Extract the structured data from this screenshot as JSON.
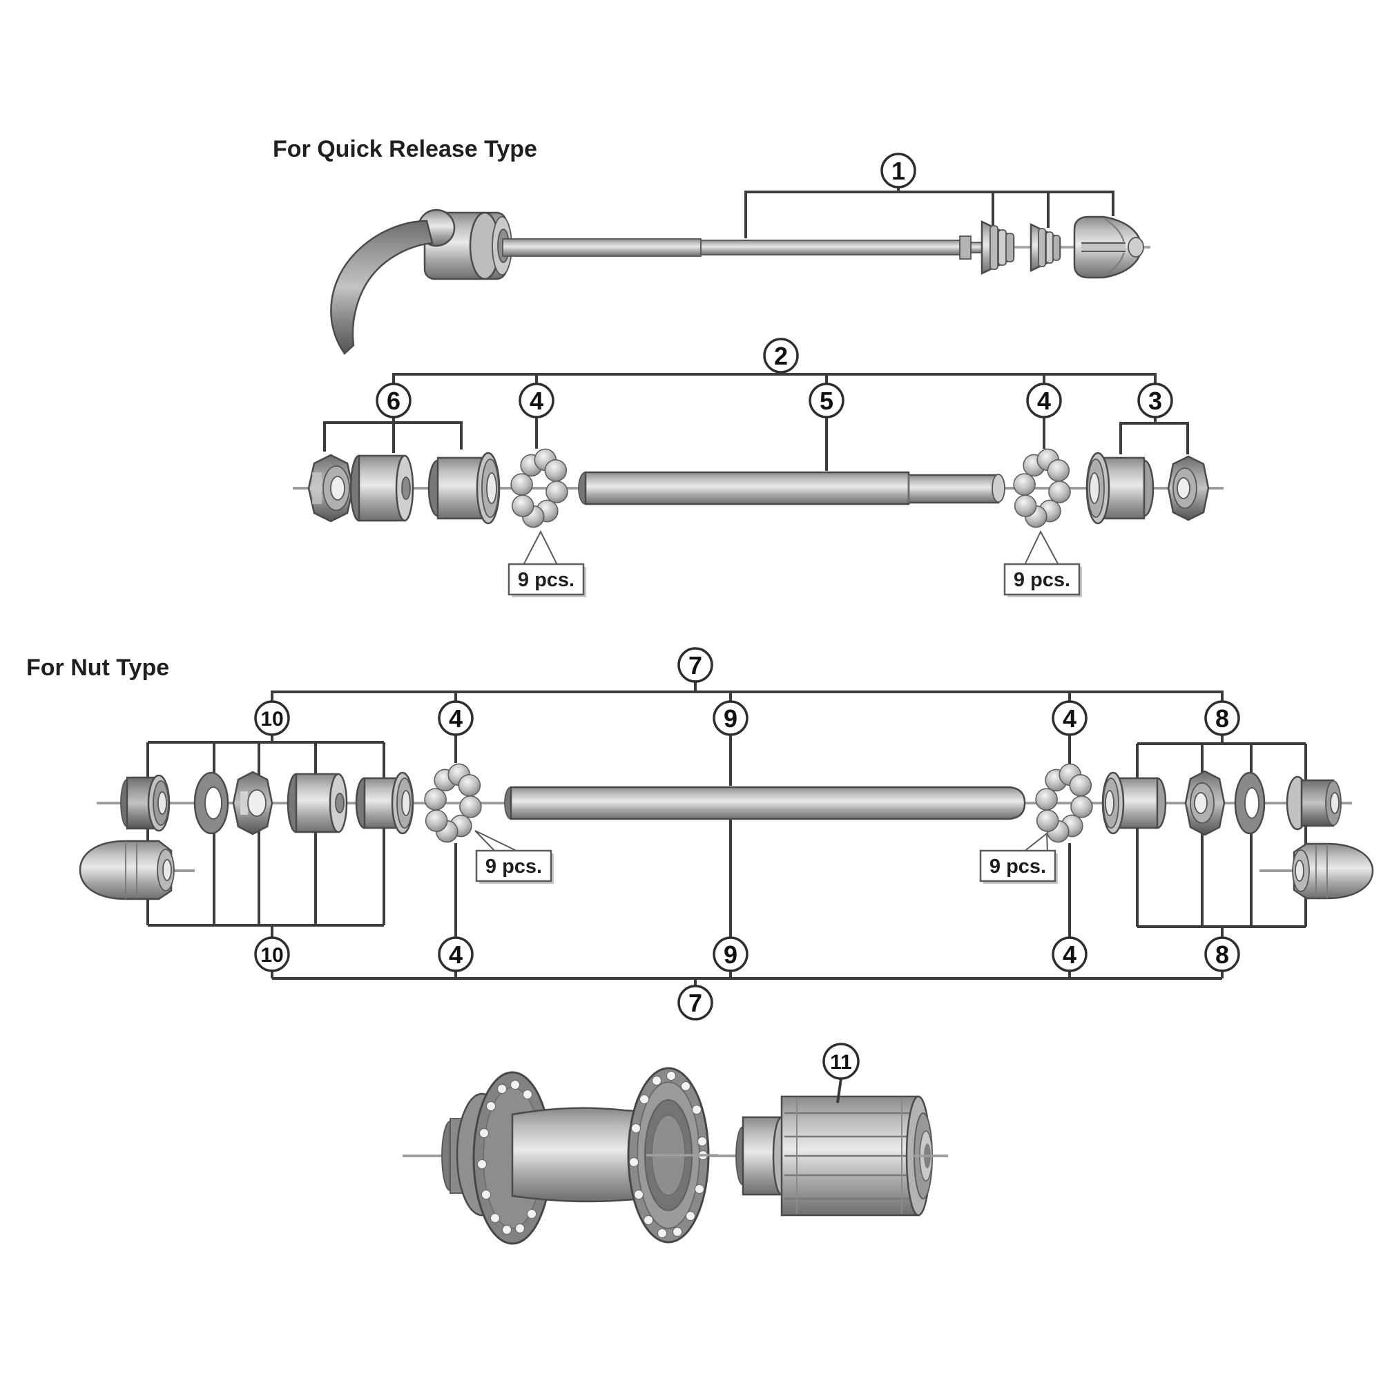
{
  "titles": {
    "quick_release": "For Quick Release Type",
    "nut": "For Nut Type"
  },
  "callouts": {
    "n1": "1",
    "n2": "2",
    "n3": "3",
    "n4": "4",
    "n5": "5",
    "n6": "6",
    "n7": "7",
    "n8": "8",
    "n9": "9",
    "n10": "10",
    "n11": "11"
  },
  "notes": {
    "pcs": "9 pcs."
  },
  "colors": {
    "background": "#ffffff",
    "bracket_line": "#3c3c3c",
    "part_outline": "#4a4a4a",
    "axis_line": "#9e9e9e",
    "metal_highlight": "#ececec",
    "metal_mid": "#a8a8a8",
    "metal_shadow": "#6e6e6e",
    "text": "#1f1f1f"
  }
}
